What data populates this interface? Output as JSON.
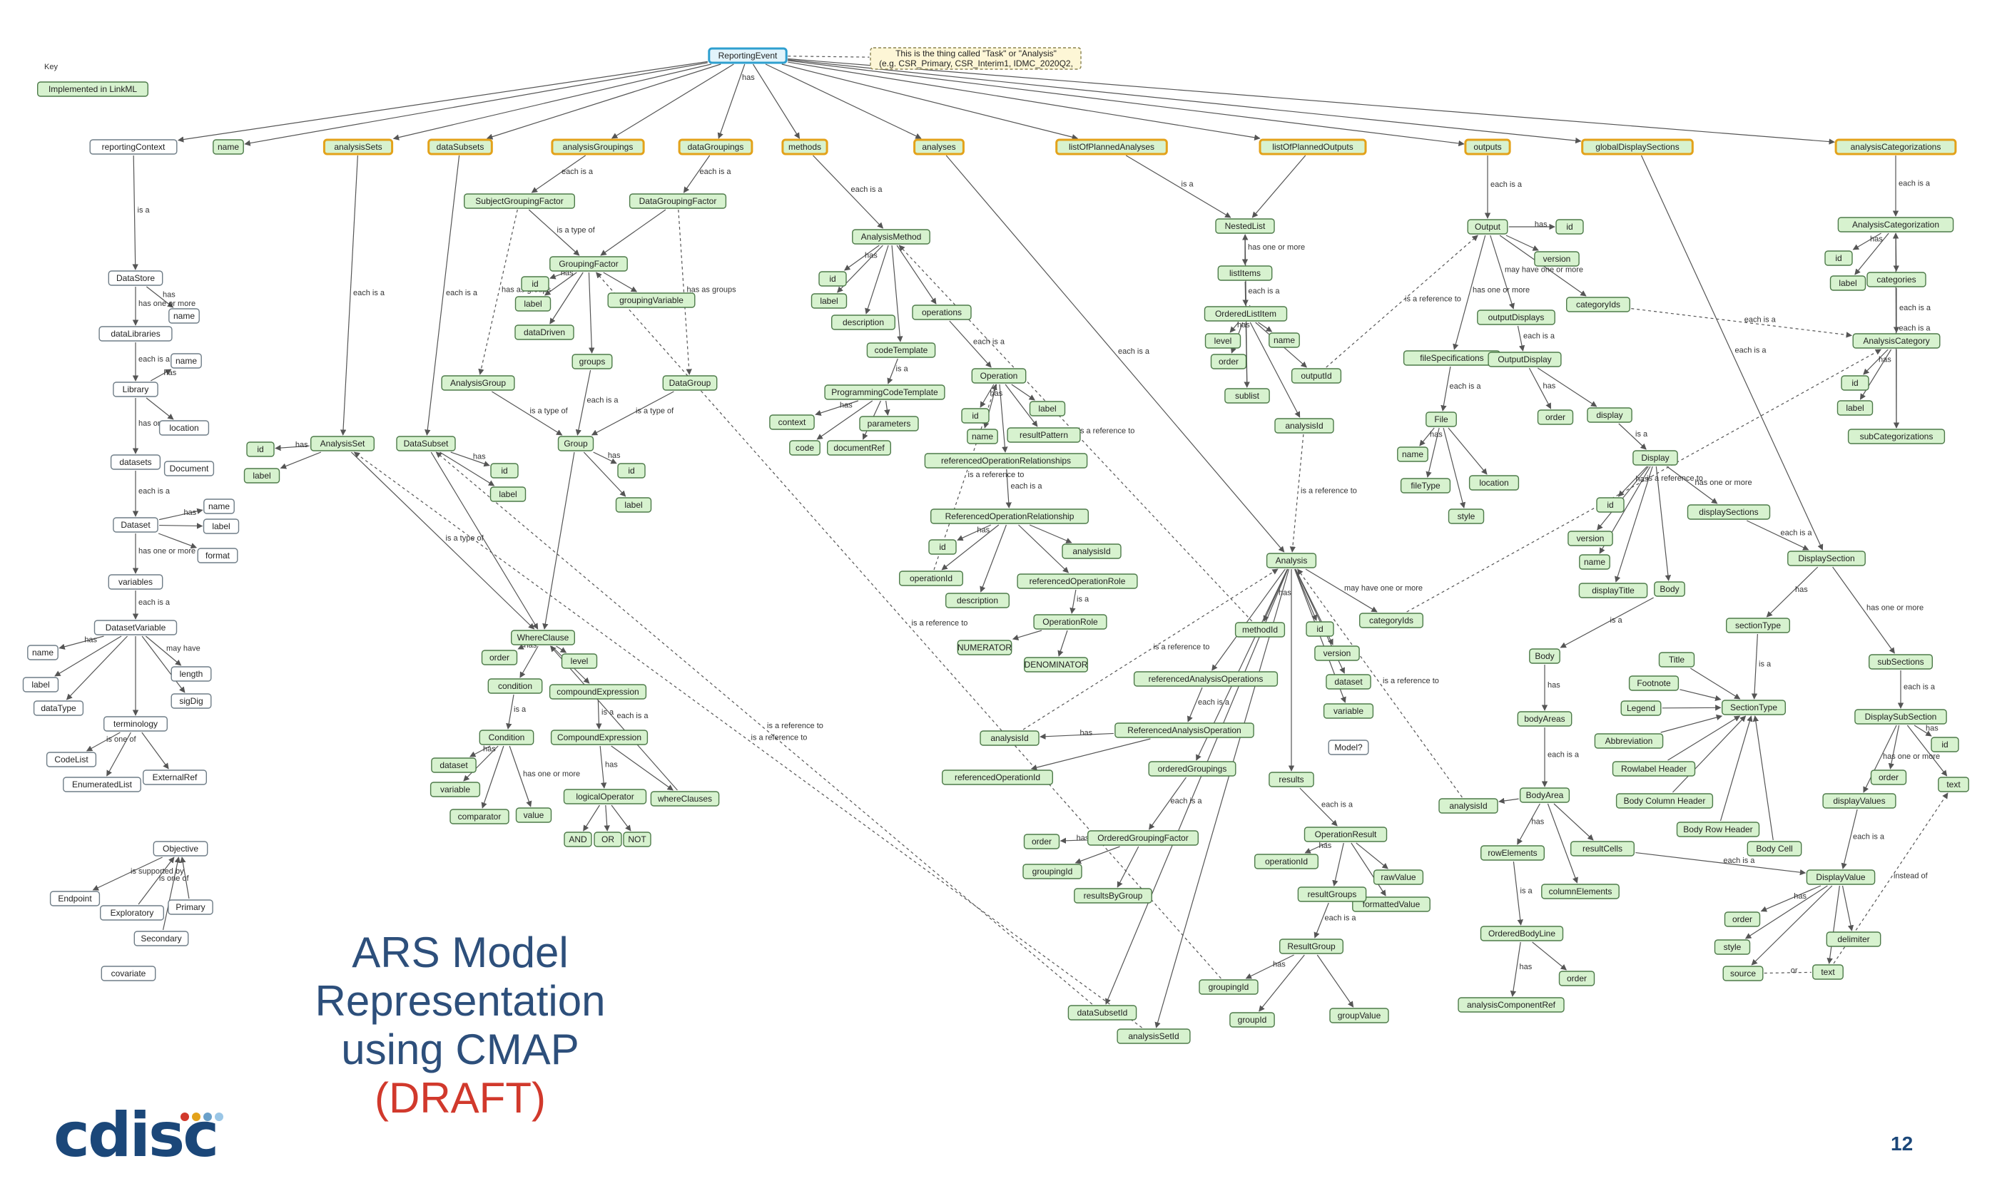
{
  "colors": {
    "concept_fill": "#d7f2cf",
    "concept_border": "#4d7a49",
    "highlight_border": "#e3a21a",
    "root_border": "#2e9fcf",
    "title_blue": "#2d4f7b",
    "draft_red": "#d1392c",
    "logo_blue": "#1b4779",
    "logo_dots": [
      "#d1392c",
      "#e3a21a",
      "#6aa0c9",
      "#9ac6e6"
    ]
  },
  "key": {
    "title": "Key",
    "implemented": "Implemented in LinkML"
  },
  "title": {
    "line1": "ARS Model",
    "line2": "Representation",
    "line3": "using CMAP",
    "line4": "(DRAFT)"
  },
  "logo": "cdisc",
  "page_number": "12",
  "diagram": {
    "root": "ReportingEvent",
    "note_line1": "This is the thing called \"Task\" or \"Analysis\"",
    "note_line2": "(e.g. CSR_Primary, CSR_Interim1, IDMC_2020Q2,",
    "edge_labels": {
      "has": "has",
      "each_is_a": "each is a",
      "is_a": "is a",
      "is_a_type_of": "is a type of",
      "has_one_or_more": "has one or more",
      "has_as_groups": "has as groups",
      "is_a_reference_to": "is a reference to",
      "may_have": "may have",
      "may_have_one_or_more": "may have one or more",
      "is_one_of": "is one of",
      "is_supported_by": "is supported by",
      "or": "or",
      "instead_of": "instead of"
    },
    "top_level": [
      "reportingContext",
      "name",
      "analysisSets",
      "dataSubsets",
      "analysisGroupings",
      "dataGroupings",
      "methods",
      "analyses",
      "listOfPlannedAnalyses",
      "listOfPlannedOutputs",
      "outputs",
      "globalDisplaySections",
      "analysisCategorizations"
    ],
    "context": {
      "DataStore": "DataStore",
      "name": "name",
      "dataLibraries": "dataLibraries",
      "Library": "Library",
      "location": "location",
      "datasets": "datasets",
      "Document": "Document",
      "Dataset": "Dataset",
      "label": "label",
      "format": "format",
      "variables": "variables",
      "DatasetVariable": "DatasetVariable",
      "length": "length",
      "sigDig": "sigDig",
      "dataType": "dataType",
      "terminology": "terminology",
      "CodeList": "CodeList",
      "ExternalRef": "ExternalRef",
      "EnumeratedList": "EnumeratedList",
      "Objective": "Objective",
      "Endpoint": "Endpoint",
      "Exploratory": "Exploratory",
      "Primary": "Primary",
      "Secondary": "Secondary",
      "covariate": "covariate"
    },
    "sets": {
      "AnalysisSet": "AnalysisSet",
      "id": "id",
      "label": "label",
      "DataSubset": "DataSubset",
      "SubjectGroupingFactor": "SubjectGroupingFactor",
      "DataGroupingFactor": "DataGroupingFactor",
      "GroupingFactor": "GroupingFactor",
      "groupingVariable": "groupingVariable",
      "dataDriven": "dataDriven",
      "groups": "groups",
      "AnalysisGroup": "AnalysisGroup",
      "DataGroup": "DataGroup",
      "Group": "Group",
      "WhereClause": "WhereClause",
      "order": "order",
      "level": "level",
      "condition": "condition",
      "compoundExpression": "compoundExpression",
      "Condition": "Condition",
      "CompoundExpression": "CompoundExpression",
      "dataset": "dataset",
      "variable": "variable",
      "comparator": "comparator",
      "value": "value",
      "logicalOperator": "logicalOperator",
      "whereClauses": "whereClauses",
      "AND": "AND",
      "OR": "OR",
      "NOT": "NOT"
    },
    "methods": {
      "AnalysisMethod": "AnalysisMethod",
      "description": "description",
      "operations": "operations",
      "codeTemplate": "codeTemplate",
      "ProgrammingCodeTemplate": "ProgrammingCodeTemplate",
      "context": "context",
      "parameters": "parameters",
      "code": "code",
      "documentRef": "documentRef",
      "Operation": "Operation",
      "resultPattern": "resultPattern",
      "referencedOperationRelationships": "referencedOperationRelationships",
      "ReferencedOperationRelationship": "ReferencedOperationRelationship",
      "operationId": "operationId",
      "analysisId": "analysisId",
      "referencedOperationRole": "referencedOperationRole",
      "OperationRole": "OperationRole",
      "NUMERATOR": "NUMERATOR",
      "DENOMINATOR": "DENOMINATOR"
    },
    "analysis": {
      "NestedList": "NestedList",
      "listItems": "listItems",
      "OrderedListItem": "OrderedListItem",
      "sublist": "sublist",
      "outputId": "outputId",
      "analysisId": "analysisId",
      "Analysis": "Analysis",
      "methodId": "methodId",
      "version": "version",
      "referencedAnalysisOperations": "referencedAnalysisOperations",
      "ReferencedAnalysisOperation": "ReferencedAnalysisOperation",
      "referencedOperationId": "referencedOperationId",
      "orderedGroupings": "orderedGroupings",
      "OrderedGroupingFactor": "OrderedGroupingFactor",
      "groupingId": "groupingId",
      "resultsByGroup": "resultsByGroup",
      "Model?": "Model?",
      "results": "results",
      "OperationResult": "OperationResult",
      "rawValue": "rawValue",
      "formattedValue": "formattedValue",
      "resultGroups": "resultGroups",
      "ResultGroup": "ResultGroup",
      "groupId": "groupId",
      "groupValue": "groupValue",
      "dataSubsetId": "dataSubsetId",
      "analysisSetId": "analysisSetId",
      "categoryIds": "categoryIds"
    },
    "outputs": {
      "Output": "Output",
      "fileSpecifications": "fileSpecifications",
      "File": "File",
      "fileType": "fileType",
      "style": "style",
      "outputDisplays": "outputDisplays",
      "OutputDisplay": "OutputDisplay",
      "display": "display",
      "Display": "Display",
      "displayTitle": "displayTitle",
      "displaySections": "displaySections",
      "Body": "Body",
      "bodyAreas": "bodyAreas",
      "BodyArea": "BodyArea",
      "rowElements": "rowElements",
      "columnElements": "columnElements",
      "resultCells": "resultCells",
      "OrderedBodyLine": "OrderedBodyLine",
      "analysisComponentRef": "analysisComponentRef",
      "categoryIds": "categoryIds"
    },
    "sections": {
      "DisplaySection": "DisplaySection",
      "sectionType": "sectionType",
      "subSections": "subSections",
      "SectionType": "SectionType",
      "Title": "Title",
      "Footnote": "Footnote",
      "Legend": "Legend",
      "Abbreviation": "Abbreviation",
      "RowlabelHeader": "Rowlabel Header",
      "BodyColumnHeader": "Body Column Header",
      "BodyRowHeader": "Body Row Header",
      "BodyCell": "Body Cell",
      "DisplaySubSection": "DisplaySubSection",
      "text": "text",
      "displayValues": "displayValues",
      "DisplayValue": "DisplayValue",
      "delimiter": "delimiter",
      "source": "source"
    },
    "categorization": {
      "AnalysisCategorization": "AnalysisCategorization",
      "categories": "categories",
      "AnalysisCategory": "AnalysisCategory",
      "subCategorizations": "subCategorizations"
    }
  }
}
